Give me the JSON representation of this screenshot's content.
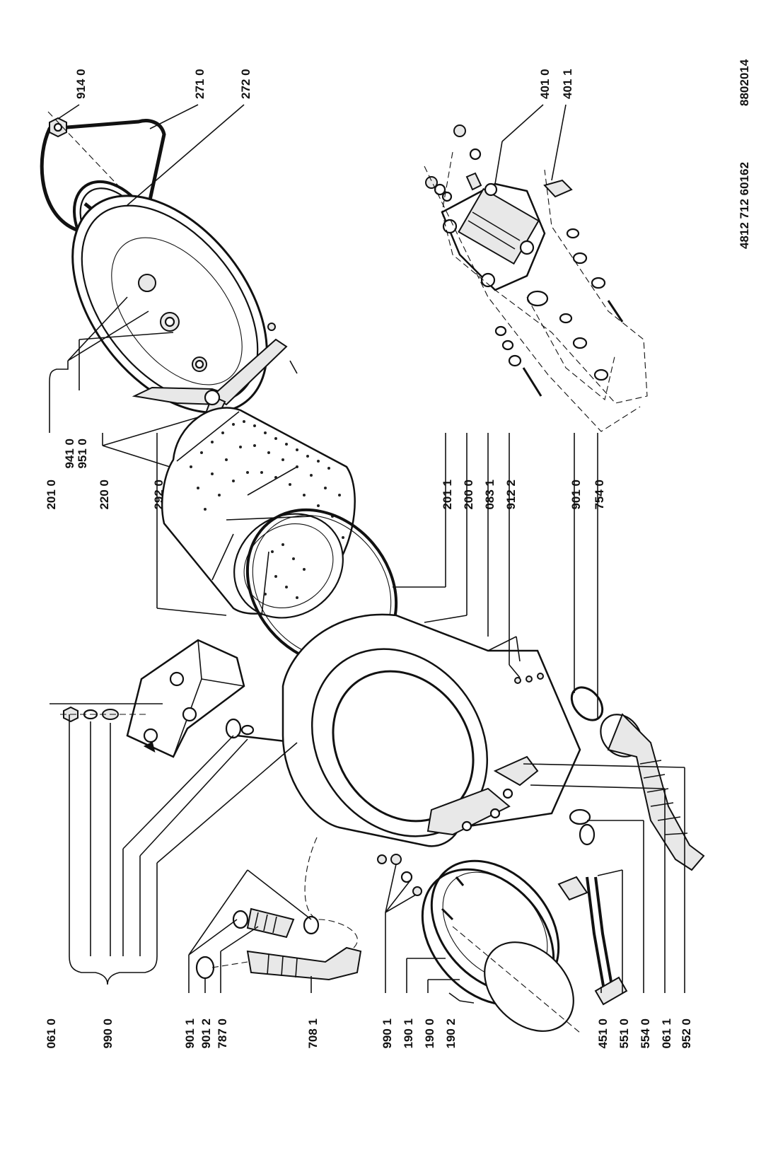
{
  "drawing_number": "8802014",
  "part_number": "4812 712 60162",
  "callouts": {
    "c0610": "061 0",
    "c9900": "990 0",
    "c9011": "901 1",
    "c9012": "901 2",
    "c7870": "787 0",
    "c7081": "708 1",
    "c9901": "990 1",
    "c1901": "190 1",
    "c1900": "190 0",
    "c1902": "190 2",
    "c4510": "451 0",
    "c5510": "551 0",
    "c5540": "554 0",
    "c0611": "061 1",
    "c9520": "952 0",
    "c2010": "201 0",
    "c9410": "941 0",
    "c9510": "951 0",
    "c2200": "220 0",
    "c2920": "292 0",
    "c2011": "201 1",
    "c2000": "200 0",
    "c0831": "083 1",
    "c9122": "912 2",
    "c9010": "901 0",
    "c7540": "754 0",
    "c9140": "914 0",
    "c2710": "271 0",
    "c2720": "272 0",
    "c4010": "401 0",
    "c4011": "401 1"
  }
}
